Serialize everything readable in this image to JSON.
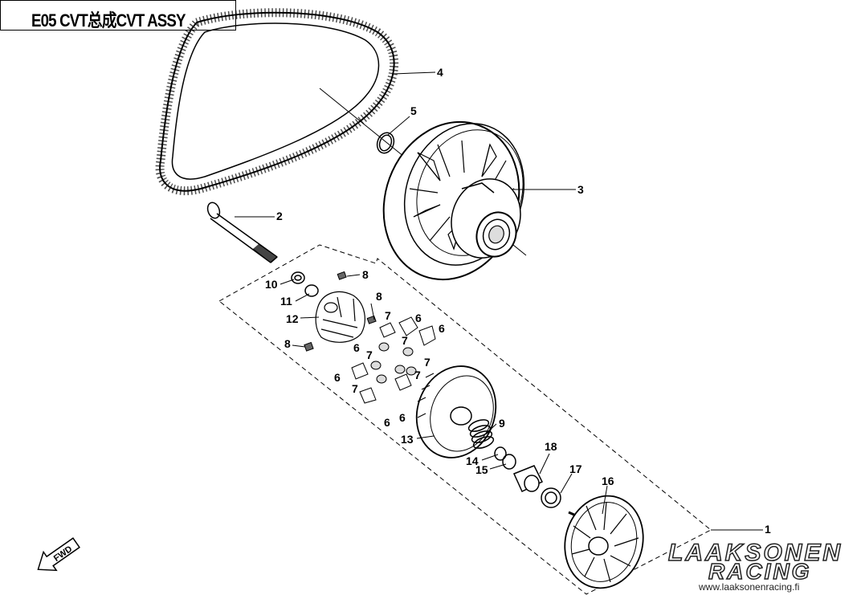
{
  "title": "E05 CVT总成CVT ASSY",
  "fwd_label": "FWD",
  "callouts": {
    "c1": "1",
    "c2": "2",
    "c3": "3",
    "c4": "4",
    "c5": "5",
    "c6a": "6",
    "c6b": "6",
    "c6c": "6",
    "c6d": "6",
    "c6e": "6",
    "c6f": "6",
    "c7a": "7",
    "c7b": "7",
    "c7c": "7",
    "c7d": "7",
    "c7e": "7",
    "c7f": "7",
    "c8a": "8",
    "c8b": "8",
    "c8c": "8",
    "c9": "9",
    "c10": "10",
    "c11": "11",
    "c12": "12",
    "c13": "13",
    "c14": "14",
    "c15": "15",
    "c16": "16",
    "c17": "17",
    "c18": "18"
  },
  "logo": {
    "line1": "LAAKSONEN",
    "line2": "RACING",
    "url": "www.laaksonenracing.fi"
  }
}
